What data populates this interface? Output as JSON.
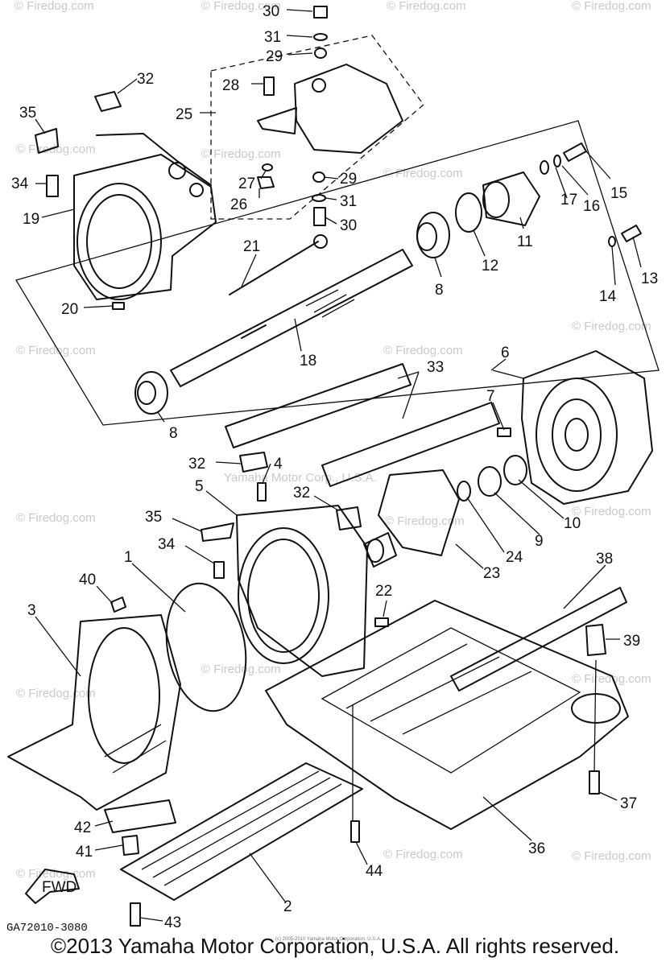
{
  "diagram": {
    "drawing_code": "GA72010-3080",
    "fwd_label": "FWD",
    "center_watermark": "Yamaha Motor Corp., U.S.A.",
    "watermark": "© Firedog.com",
    "tiny_notice": "(c) 2005-2010 Yamaha Motor Corporation, U.S.A.",
    "copyright": "©2013 Yamaha Motor Corporation, U.S.A. All rights reserved.",
    "labels": {
      "p1": "1",
      "p2": "2",
      "p3": "3",
      "p4": "4",
      "p5": "5",
      "p6": "6",
      "p7": "7",
      "p8a": "8",
      "p8b": "8",
      "p9": "9",
      "p10": "10",
      "p11": "11",
      "p12": "12",
      "p13": "13",
      "p14": "14",
      "p15": "15",
      "p16": "16",
      "p17": "17",
      "p18": "18",
      "p19": "19",
      "p20": "20",
      "p21": "21",
      "p22": "22",
      "p23": "23",
      "p24": "24",
      "p25": "25",
      "p26": "26",
      "p27": "27",
      "p28": "28",
      "p29a": "29",
      "p29b": "29",
      "p30a": "30",
      "p30b": "30",
      "p31a": "31",
      "p31b": "31",
      "p32a": "32",
      "p32b": "32",
      "p32c": "32",
      "p33": "33",
      "p34a": "34",
      "p34b": "34",
      "p35a": "35",
      "p35b": "35",
      "p36": "36",
      "p37": "37",
      "p38": "38",
      "p39": "39",
      "p40": "40",
      "p41": "41",
      "p42": "42",
      "p43": "43",
      "p44": "44"
    }
  }
}
